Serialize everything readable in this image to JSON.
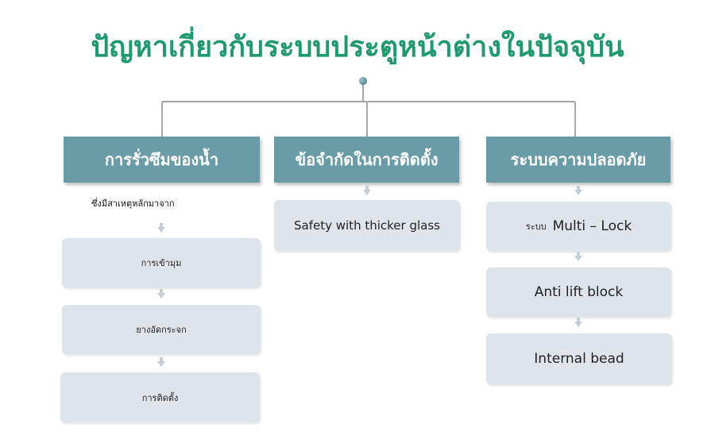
{
  "title": "ปัญหาเกี่ยวกับระบบประตูหน้าต่างในปัจจุบัน",
  "columns": [
    {
      "header": "การรั่วซึมของน้ำ",
      "note": "ซึ่งมีสาเหตุหลักมาจาก",
      "items": [
        "การเข้ามุม",
        "ยางอัดกระจก",
        "การติดตั้ง"
      ]
    },
    {
      "header": "ข้อจำกัดในการติดตั้ง",
      "items": [
        "Safety with thicker glass"
      ]
    },
    {
      "header": "ระบบความปลอดภัย",
      "items": [
        {
          "prefix": "ระบบ",
          "text": "Multi – Lock"
        },
        "Anti lift block",
        "Internal bead"
      ]
    }
  ],
  "colors": {
    "title": "#1f9a6f",
    "header_bg": "#6a9ca8",
    "box_bg": "#dde5ea",
    "connector": "#a8a8a8",
    "arrow": "#c3cdd3"
  }
}
